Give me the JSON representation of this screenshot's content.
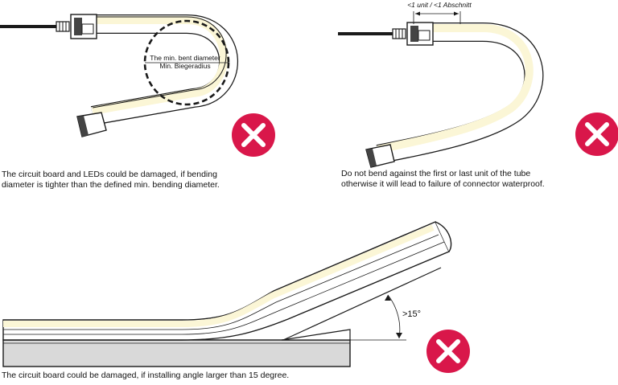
{
  "panel_top_left": {
    "label_line1": "The min. bent  diameter",
    "label_line2": "Min. Biegeradius",
    "caption_line1": "The circuit board and LEDs could be damaged, if bending",
    "caption_line2": "diameter is tighter than the defined min. bending diameter."
  },
  "panel_top_right": {
    "unit_label": "<1 unit / <1 Abschnitt",
    "caption_line1": "Do not bend against the first or last unit of the tube",
    "caption_line2": "otherwise it will lead to failure of connector waterproof."
  },
  "panel_bottom": {
    "angle_label": ">15°",
    "caption": "The circuit board could be damaged, if installing angle larger than 15 degree."
  },
  "colors": {
    "error_badge": "#d9174a",
    "tube_glow": "#fbf6d6",
    "base_profile": "#d9d9d9",
    "line": "#1a1a1a"
  }
}
